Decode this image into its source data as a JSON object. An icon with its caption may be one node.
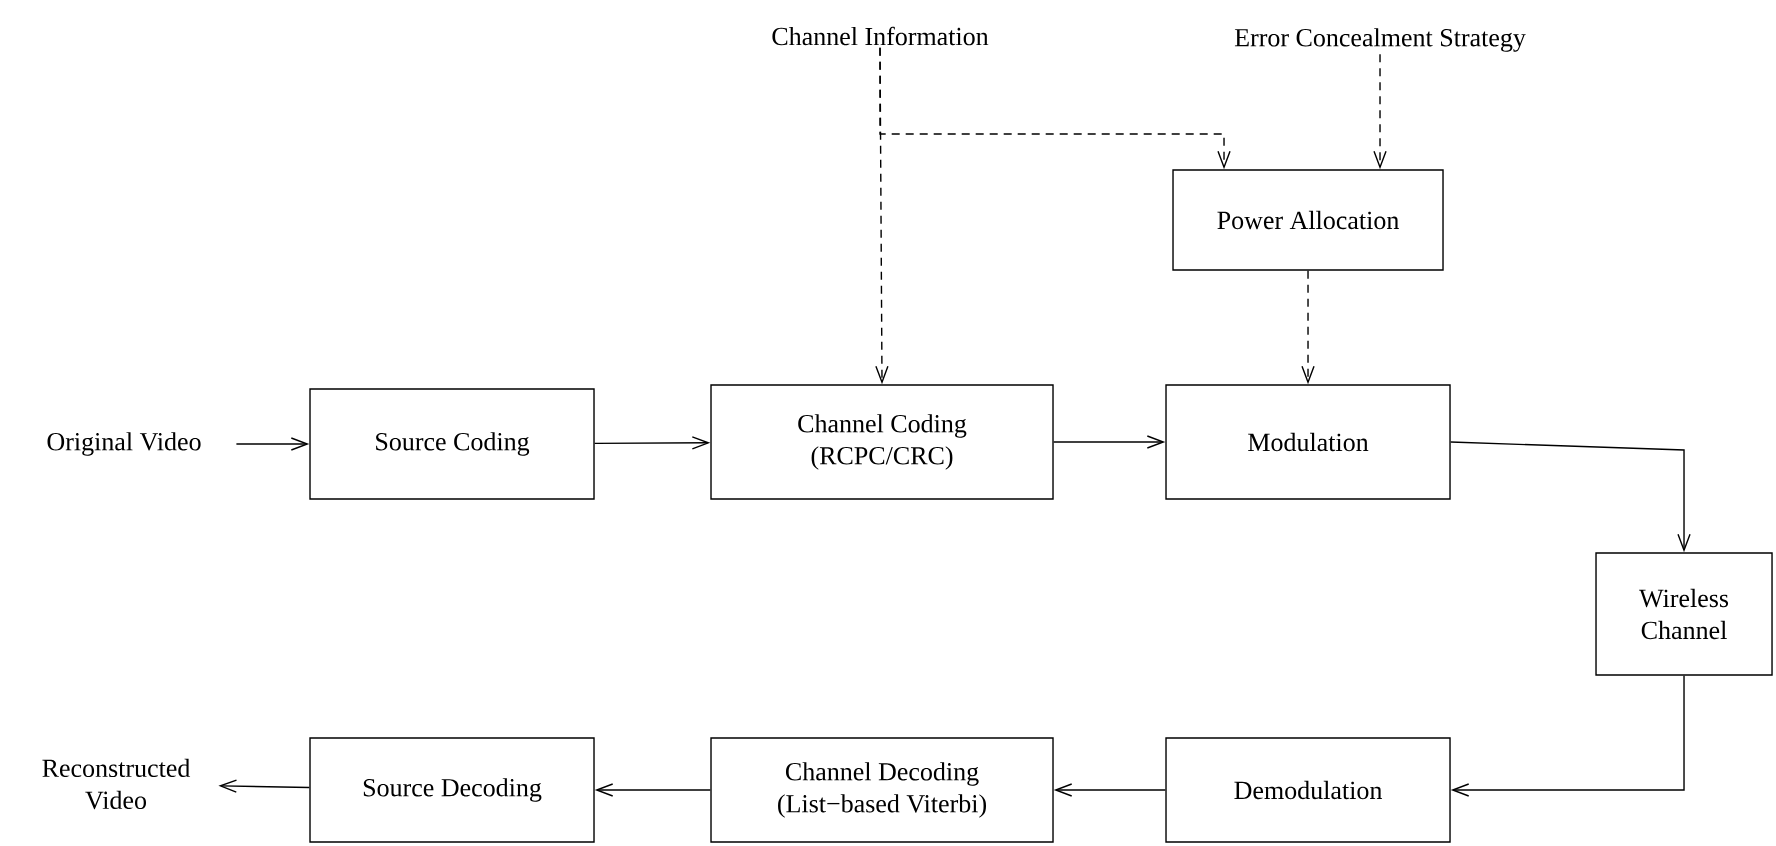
{
  "diagram": {
    "nodes": [
      {
        "text": [
          "Channel Information"
        ]
      },
      {
        "text": [
          "Error Concealment Strategy"
        ]
      },
      {
        "text": [
          "Power Allocation"
        ]
      },
      {
        "text": [
          "Original Video"
        ]
      },
      {
        "text": [
          "Source Coding"
        ]
      },
      {
        "text": [
          "Channel Coding (RCPC/CRC)"
        ]
      },
      {
        "text": [
          "Modulation"
        ]
      },
      {
        "text": [
          "Wireless Channel"
        ]
      },
      {
        "text": [
          "Reconstructed Video"
        ]
      },
      {
        "text": [
          "Source Decoding"
        ]
      },
      {
        "text": [
          "Channel Decoding (List−based Viterbi)"
        ]
      },
      {
        "text": [
          "Demodulation"
        ]
      }
    ],
    "edges": [
      {
        "from": 0,
        "to": 5,
        "arrow": "to",
        "style": "dashed"
      },
      {
        "from": 0,
        "to": 2,
        "arrow": "to",
        "style": "dashed"
      },
      {
        "from": 1,
        "to": 2,
        "arrow": "to",
        "style": "dashed"
      },
      {
        "from": 2,
        "to": 6,
        "arrow": "to",
        "style": "dashed"
      },
      {
        "from": 3,
        "to": 4,
        "arrow": "to"
      },
      {
        "from": 4,
        "to": 5,
        "arrow": "to"
      },
      {
        "from": 5,
        "to": 6,
        "arrow": "to"
      },
      {
        "from": 6,
        "to": 7,
        "arrow": "to"
      },
      {
        "from": 7,
        "to": 11,
        "arrow": "to"
      },
      {
        "from": 11,
        "to": 10,
        "arrow": "to"
      },
      {
        "from": 10,
        "to": 9,
        "arrow": "to"
      },
      {
        "from": 9,
        "to": 8,
        "arrow": "to"
      }
    ]
  }
}
